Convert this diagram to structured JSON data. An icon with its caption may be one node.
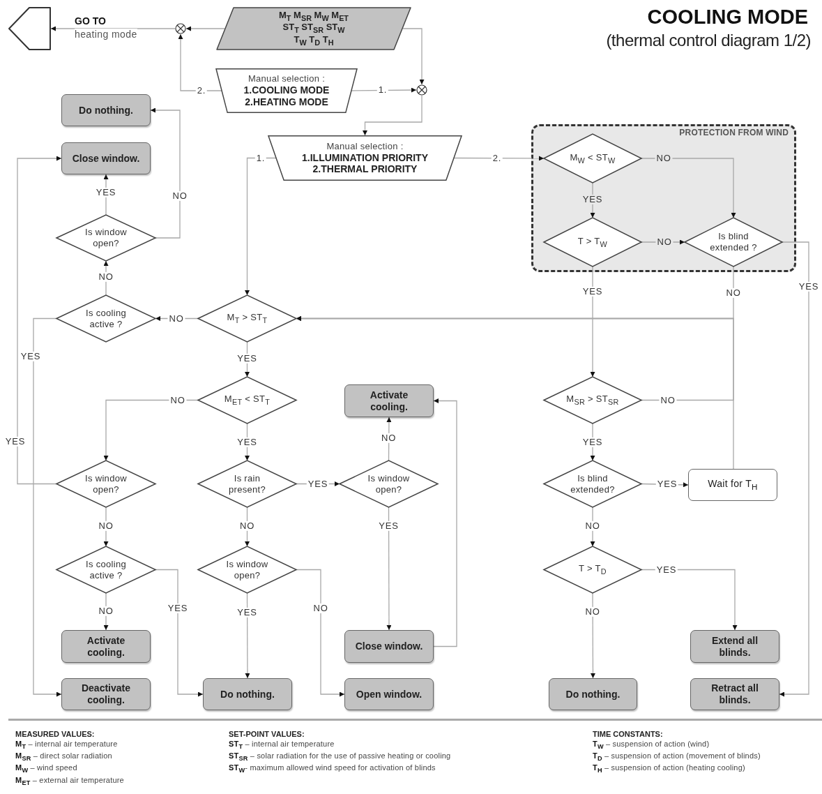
{
  "diagram": {
    "title": "COOLING MODE",
    "nodes": [
      {
        "text": [],
        "shape": "pentagon",
        "beside": [
          "GO TO",
          "heating mode"
        ]
      },
      {
        "text": [],
        "shape": "circle"
      },
      {
        "text": [
          "M$_{T}$ M$_{SR}$ M$_{W}$ M$_{ET}$",
          "ST$_{T}$ ST$_{SR}$ ST$_{W}$",
          "T$_{W}$ T$_{D}$ T$_{H}$"
        ]
      },
      {
        "text": [
          "Manual selection :",
          "1.COOLING MODE",
          "2.HEATING MODE"
        ]
      },
      {
        "text": [],
        "shape": "circle"
      },
      {
        "text": [
          "Do nothing."
        ]
      },
      {
        "text": [
          "Close window."
        ]
      },
      {
        "text": [
          "Manual selection :",
          "1.ILLUMINATION PRIORITY",
          "2.THERMAL PRIORITY"
        ]
      },
      {
        "text": [
          "PROTECTION FROM WIND"
        ]
      },
      {
        "text": [
          "M$_{W}$ < ST$_{W}$"
        ],
        "in": 8
      },
      {
        "text": [
          "T > T$_{W}$"
        ],
        "in": 8
      },
      {
        "text": [
          "Is blind extended ?"
        ],
        "in": 8
      },
      {
        "text": [
          "Is window open?"
        ]
      },
      {
        "text": [
          "Is cooling active ?"
        ]
      },
      {
        "text": [
          "M$_{T}$ > ST$_{T}$"
        ]
      },
      {
        "text": [
          "M$_{ET}$ < ST$_{T}$"
        ]
      },
      {
        "text": [
          "Activate cooling."
        ]
      },
      {
        "text": [
          "M$_{SR}$ > ST$_{SR}$"
        ]
      },
      {
        "text": [
          "Is window open?"
        ]
      },
      {
        "text": [
          "Is rain present?"
        ]
      },
      {
        "text": [
          "Is window open?"
        ]
      },
      {
        "text": [
          "Is blind extended?"
        ]
      },
      {
        "text": [
          "Wait for T$_{H}$"
        ]
      },
      {
        "text": [
          "Is cooling active ?"
        ]
      },
      {
        "text": [
          "Is window open?"
        ]
      },
      {
        "text": [
          "T > T$_{D}$"
        ]
      },
      {
        "text": [
          "Activate cooling."
        ]
      },
      {
        "text": [
          "Close window."
        ]
      },
      {
        "text": [
          "Extend all blinds."
        ]
      },
      {
        "text": [
          "Deactivate cooling."
        ]
      },
      {
        "text": [
          "Do nothing."
        ]
      },
      {
        "text": [
          "Open window."
        ]
      },
      {
        "text": [
          "Do nothing."
        ]
      },
      {
        "text": [
          "Retract all blinds."
        ]
      }
    ],
    "edges": [
      {
        "from": 2,
        "to": 1,
        "arrow": "to"
      },
      {
        "from": 1,
        "to": 0,
        "arrow": "to"
      },
      {
        "from": 3,
        "to": 1,
        "arrow": "to",
        "label": "2."
      },
      {
        "from": 3,
        "to": 4,
        "arrow": "to",
        "label": "1."
      },
      {
        "from": 2,
        "to": 4,
        "arrow": "to"
      },
      {
        "from": 4,
        "to": 7,
        "arrow": "to"
      },
      {
        "from": 7,
        "to": 14,
        "arrow": "to",
        "label": "1."
      },
      {
        "from": 7,
        "to": 9,
        "arrow": "to",
        "label": "2."
      },
      {
        "from": 9,
        "to": 11,
        "arrow": "to",
        "label": "NO"
      },
      {
        "from": 9,
        "to": 10,
        "arrow": "to",
        "label": "YES"
      },
      {
        "from": 10,
        "to": 11,
        "arrow": "to",
        "label": "NO"
      },
      {
        "from": 10,
        "to": 17,
        "arrow": "to",
        "label": "YES"
      },
      {
        "from": 11,
        "to": 14,
        "arrow": "to",
        "label": "NO"
      },
      {
        "from": 17,
        "to": 14,
        "arrow": "to",
        "label": "NO"
      },
      {
        "from": 22,
        "to": 14,
        "arrow": "to"
      },
      {
        "from": 11,
        "to": 33,
        "arrow": "to",
        "label": "YES"
      },
      {
        "from": 14,
        "to": 13,
        "arrow": "to",
        "label": "NO"
      },
      {
        "from": 14,
        "to": 15,
        "arrow": "to",
        "label": "YES"
      },
      {
        "from": 13,
        "to": 12,
        "arrow": "to",
        "label": "NO"
      },
      {
        "from": 12,
        "to": 6,
        "arrow": "to",
        "label": "YES"
      },
      {
        "from": 12,
        "to": 5,
        "arrow": "to",
        "label": "NO"
      },
      {
        "from": 13,
        "to": 29,
        "arrow": "to",
        "label": "YES"
      },
      {
        "from": 18,
        "to": 6,
        "arrow": "to",
        "label": "YES"
      },
      {
        "from": 15,
        "to": 18,
        "arrow": "to",
        "label": "NO"
      },
      {
        "from": 15,
        "to": 19,
        "arrow": "to",
        "label": "YES"
      },
      {
        "from": 19,
        "to": 20,
        "arrow": "to",
        "label": "YES"
      },
      {
        "from": 20,
        "to": 16,
        "arrow": "to",
        "label": "NO"
      },
      {
        "from": 20,
        "to": 27,
        "arrow": "to",
        "label": "YES"
      },
      {
        "from": 27,
        "to": 16,
        "arrow": "to"
      },
      {
        "from": 19,
        "to": 24,
        "arrow": "to",
        "label": "NO"
      },
      {
        "from": 24,
        "to": 30,
        "arrow": "to",
        "label": "YES"
      },
      {
        "from": 24,
        "to": 31,
        "arrow": "to",
        "label": "NO"
      },
      {
        "from": 18,
        "to": 23,
        "arrow": "to",
        "label": "NO"
      },
      {
        "from": 23,
        "to": 26,
        "arrow": "to",
        "label": "NO"
      },
      {
        "from": 23,
        "to": 30,
        "arrow": "to",
        "label": "YES"
      },
      {
        "from": 17,
        "to": 21,
        "arrow": "to",
        "label": "YES"
      },
      {
        "from": 21,
        "to": 22,
        "arrow": "to",
        "label": "YES"
      },
      {
        "from": 21,
        "to": 25,
        "arrow": "to",
        "label": "NO"
      },
      {
        "from": 25,
        "to": 28,
        "arrow": "to",
        "label": "YES"
      },
      {
        "from": 25,
        "to": 32,
        "arrow": "to",
        "label": "NO"
      }
    ],
    "labels": [
      "(thermal control diagram 1/2)",
      "MEASURED VALUES:",
      "**M$_{T}$** – internal air temperature",
      "**M$_{SR}$** – direct solar radiation",
      "**M$_{W}$** – wind speed",
      "**M$_{ET}$** – external air temperature",
      "SET-POINT VALUES:",
      "**ST$_{T}$** – internal air temperature",
      "**ST$_{SR}$** – solar radiation for the use of passive heating or cooling",
      "**ST$_{W}$**- maximum allowed wind speed for activation of blinds",
      "TIME CONSTANTS:",
      "**T$_{W}$** – suspension of action (wind)",
      "**T$_{D}$** – suspension of action (movement of blinds)",
      "**T$_{H}$** – suspension of action (heating cooling)"
    ]
  }
}
